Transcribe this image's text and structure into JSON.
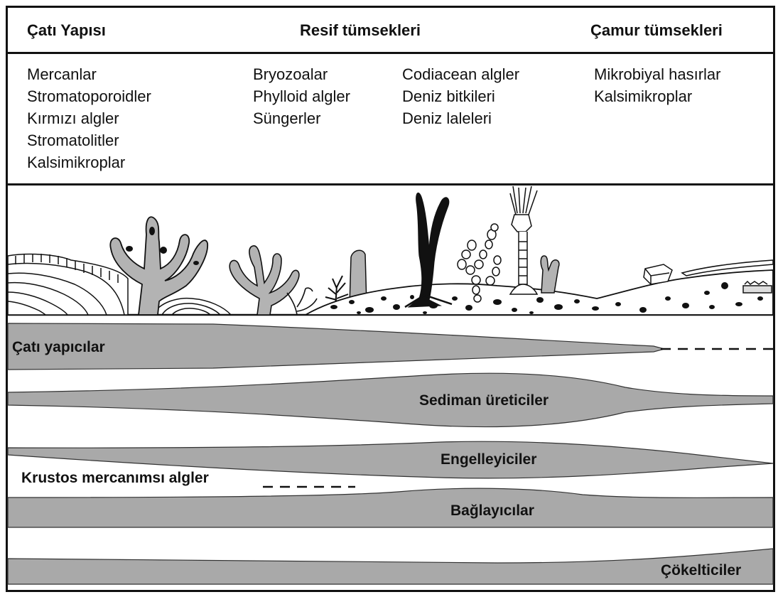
{
  "headers": {
    "framework": "Çatı Yapısı",
    "reef_mounds": "Resif tümsekleri",
    "mud_mounds": "Çamur tümsekleri"
  },
  "columns": {
    "framework": [
      "Mercanlar",
      "Stromatoporoidler",
      "Kırmızı algler",
      "Stromatolitler",
      "Kalsimikroplar"
    ],
    "reef_a": [
      "Bryozoalar",
      "Phylloid algler",
      "Süngerler"
    ],
    "reef_b": [
      "Codiacean algler",
      "Deniz bitkileri",
      "Deniz laleleri"
    ],
    "mud": [
      "Mikrobiyal hasırlar",
      "Kalsimikroplar"
    ]
  },
  "bands": {
    "frame_builders": "Çatı yapıcılar",
    "sediment_producers": "Sediman üreticiler",
    "bafflers": "Engelleyiciler",
    "crustose": "Krustos mercanımsı algler",
    "binders": "Bağlayıcılar",
    "settlers": "Çökelticiler"
  },
  "colors": {
    "band_fill": "#a9a9a9",
    "outline": "#111111",
    "organism_fill": "#b3b3b3",
    "dark_fill": "#111111"
  }
}
